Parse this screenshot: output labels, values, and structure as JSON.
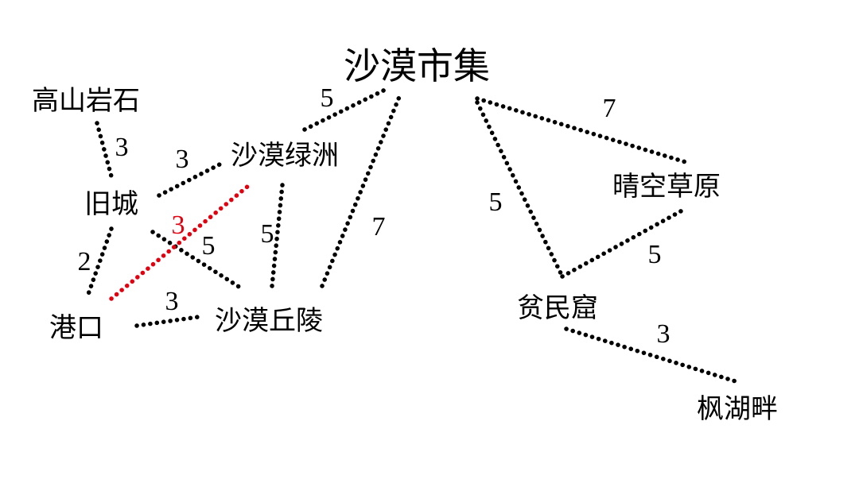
{
  "colors": {
    "background": "#ffffff",
    "edge_default": "#000000",
    "edge_highlight": "#e3000f",
    "text": "#000000"
  },
  "nodes": {
    "gaoshan": {
      "label": "高山岩石"
    },
    "jiucheng": {
      "label": "旧城"
    },
    "gangkou": {
      "label": "港口"
    },
    "lvzhou": {
      "label": "沙漠绿洲"
    },
    "qiuling": {
      "label": "沙漠丘陵"
    },
    "shiji": {
      "label": "沙漠市集"
    },
    "caoyuan": {
      "label": "晴空草原"
    },
    "pinminku": {
      "label": "贫民窟"
    },
    "fenghu": {
      "label": "枫湖畔"
    }
  },
  "edges": [
    {
      "id": "gaoshan-jiucheng",
      "from": "gaoshan",
      "to": "jiucheng",
      "weight": "3",
      "highlight": false
    },
    {
      "id": "jiucheng-lvzhou",
      "from": "jiucheng",
      "to": "lvzhou",
      "weight": "3",
      "highlight": false
    },
    {
      "id": "jiucheng-gangkou",
      "from": "jiucheng",
      "to": "gangkou",
      "weight": "2",
      "highlight": false
    },
    {
      "id": "jiucheng-qiuling",
      "from": "jiucheng",
      "to": "qiuling",
      "weight": "5",
      "highlight": false
    },
    {
      "id": "gangkou-lvzhou",
      "from": "gangkou",
      "to": "lvzhou",
      "weight": "3",
      "highlight": true
    },
    {
      "id": "gangkou-qiuling",
      "from": "gangkou",
      "to": "qiuling",
      "weight": "3",
      "highlight": false
    },
    {
      "id": "lvzhou-qiuling",
      "from": "lvzhou",
      "to": "qiuling",
      "weight": "5",
      "highlight": false
    },
    {
      "id": "lvzhou-shiji",
      "from": "lvzhou",
      "to": "shiji",
      "weight": "5",
      "highlight": false
    },
    {
      "id": "qiuling-shiji",
      "from": "qiuling",
      "to": "shiji",
      "weight": "7",
      "highlight": false
    },
    {
      "id": "shiji-caoyuan",
      "from": "shiji",
      "to": "caoyuan",
      "weight": "7",
      "highlight": false
    },
    {
      "id": "shiji-pinminku",
      "from": "shiji",
      "to": "pinminku",
      "weight": "5",
      "highlight": false
    },
    {
      "id": "caoyuan-pinminku",
      "from": "caoyuan",
      "to": "pinminku",
      "weight": "5",
      "highlight": false
    },
    {
      "id": "pinminku-fenghu",
      "from": "pinminku",
      "to": "fenghu",
      "weight": "3",
      "highlight": false
    }
  ]
}
